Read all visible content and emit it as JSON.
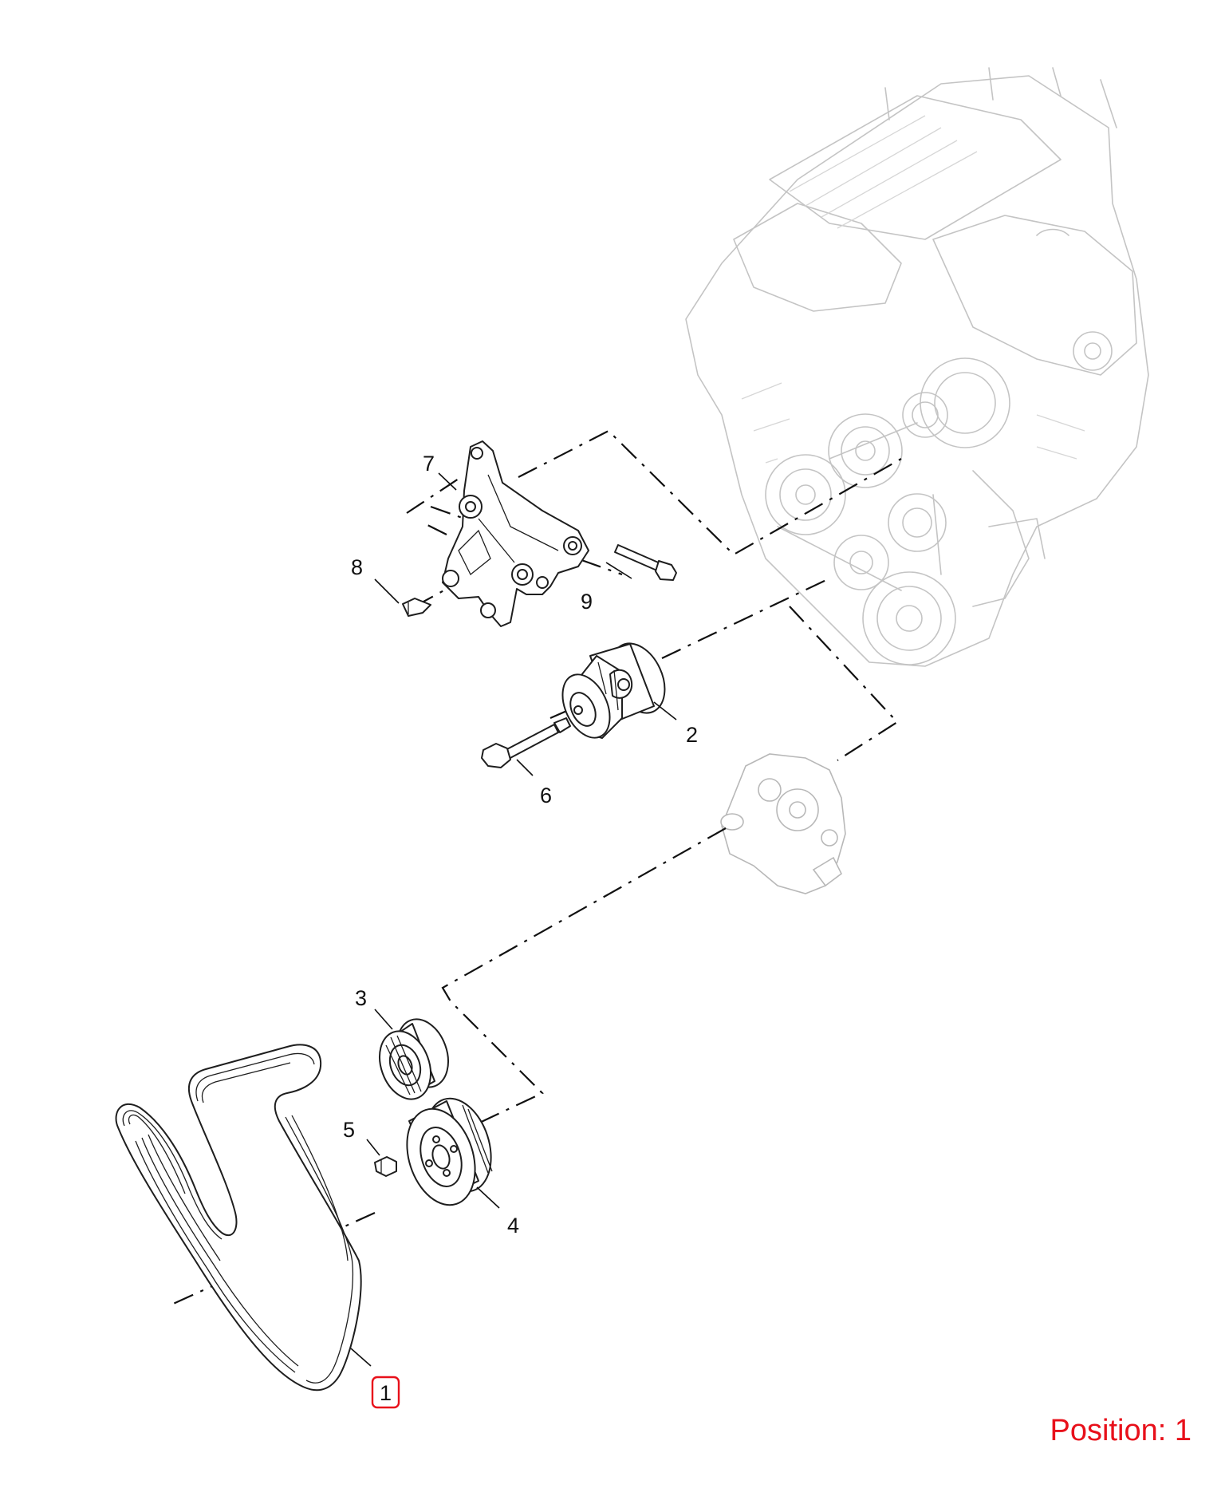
{
  "callouts": [
    {
      "id": "1",
      "label": "1",
      "highlighted": true
    },
    {
      "id": "2",
      "label": "2",
      "highlighted": false
    },
    {
      "id": "3",
      "label": "3",
      "highlighted": false
    },
    {
      "id": "4",
      "label": "4",
      "highlighted": false
    },
    {
      "id": "5",
      "label": "5",
      "highlighted": false
    },
    {
      "id": "6",
      "label": "6",
      "highlighted": false
    },
    {
      "id": "7",
      "label": "7",
      "highlighted": false
    },
    {
      "id": "8",
      "label": "8",
      "highlighted": false
    },
    {
      "id": "9",
      "label": "9",
      "highlighted": false
    }
  ],
  "position": {
    "label": "Position:",
    "value": "1"
  },
  "colors": {
    "highlight": "#e8101a",
    "line": "#1e1e1e",
    "engine": "#c4c4c4"
  }
}
